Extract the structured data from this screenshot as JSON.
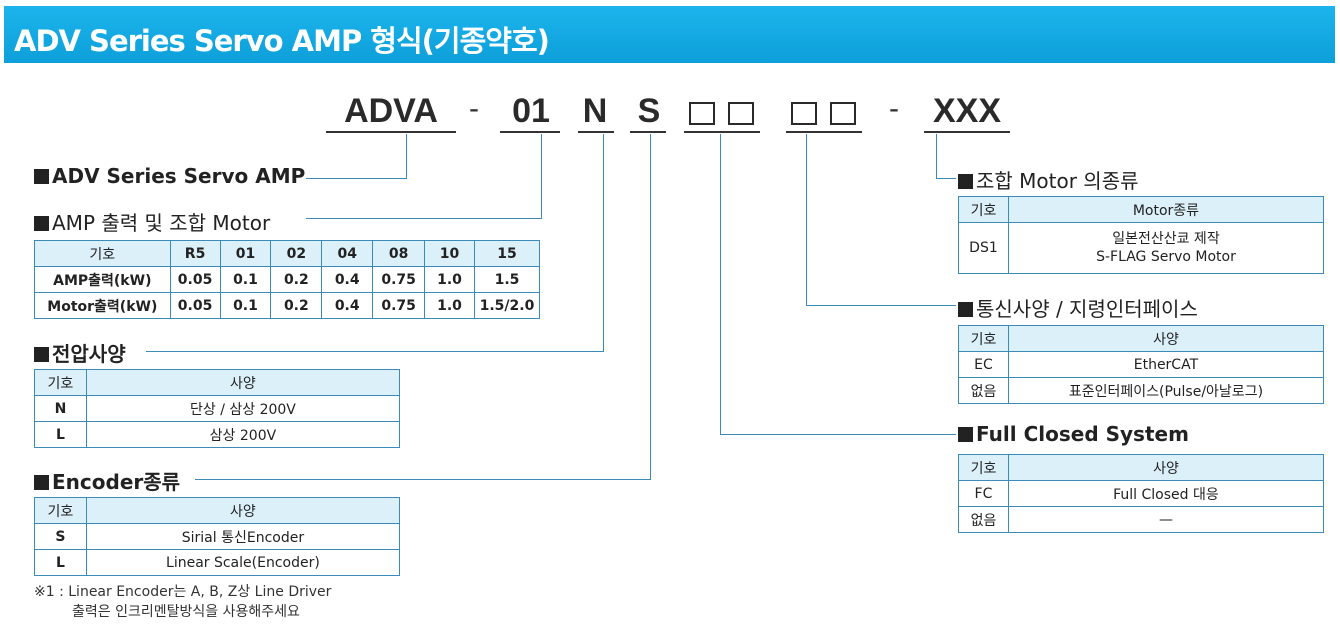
{
  "title": "ADV Series Servo AMP 형식(기종약호)",
  "model_code": {
    "prefix": "ADVA",
    "dash1": "-",
    "power": "01",
    "voltage": "N",
    "encoder": "S",
    "box1": "□□",
    "box2": "□□",
    "dash2": "-",
    "suffix": "XXX"
  },
  "sections": {
    "series": "ADV Series Servo AMP",
    "amp_output": "AMP 출력 및 조합 Motor",
    "voltage": "전압사양",
    "encoder": "Encoder종류",
    "motor": "조합 Motor 의종류",
    "comm": "통신사양 / 지령인터페이스",
    "full_closed": "Full Closed System"
  },
  "amp_table": {
    "headers": [
      "기호",
      "R5",
      "01",
      "02",
      "04",
      "08",
      "10",
      "15"
    ],
    "rows": [
      [
        "AMP출력(kW)",
        "0.05",
        "0.1",
        "0.2",
        "0.4",
        "0.75",
        "1.0",
        "1.5"
      ],
      [
        "Motor출력(kW)",
        "0.05",
        "0.1",
        "0.2",
        "0.4",
        "0.75",
        "1.0",
        "1.5/2.0"
      ]
    ]
  },
  "voltage_table": {
    "headers": [
      "기호",
      "사양"
    ],
    "rows": [
      [
        "N",
        "단상 / 삼상 200V"
      ],
      [
        "L",
        "삼상 200V"
      ]
    ]
  },
  "encoder_table": {
    "headers": [
      "기호",
      "사양"
    ],
    "rows": [
      [
        "S",
        "Sirial 통신Encoder"
      ],
      [
        "L",
        "Linear Scale(Encoder)"
      ]
    ]
  },
  "motor_table": {
    "headers": [
      "기호",
      "Motor종류"
    ],
    "rows": [
      [
        "DS1",
        "일본전산산쿄 제작",
        "S-FLAG Servo Motor"
      ]
    ]
  },
  "comm_table": {
    "headers": [
      "기호",
      "사양"
    ],
    "rows": [
      [
        "EC",
        "EtherCAT"
      ],
      [
        "없음",
        "표준인터페이스(Pulse/아날로그)"
      ]
    ]
  },
  "fc_table": {
    "headers": [
      "기호",
      "사양"
    ],
    "rows": [
      [
        "FC",
        "Full Closed 대응"
      ],
      [
        "없음",
        "—"
      ]
    ]
  },
  "note": {
    "line1": "※1 : Linear Encoder는 A, B, Z상 Line Driver",
    "line2": "출력은 인크리멘탈방식을 사용해주세요"
  }
}
